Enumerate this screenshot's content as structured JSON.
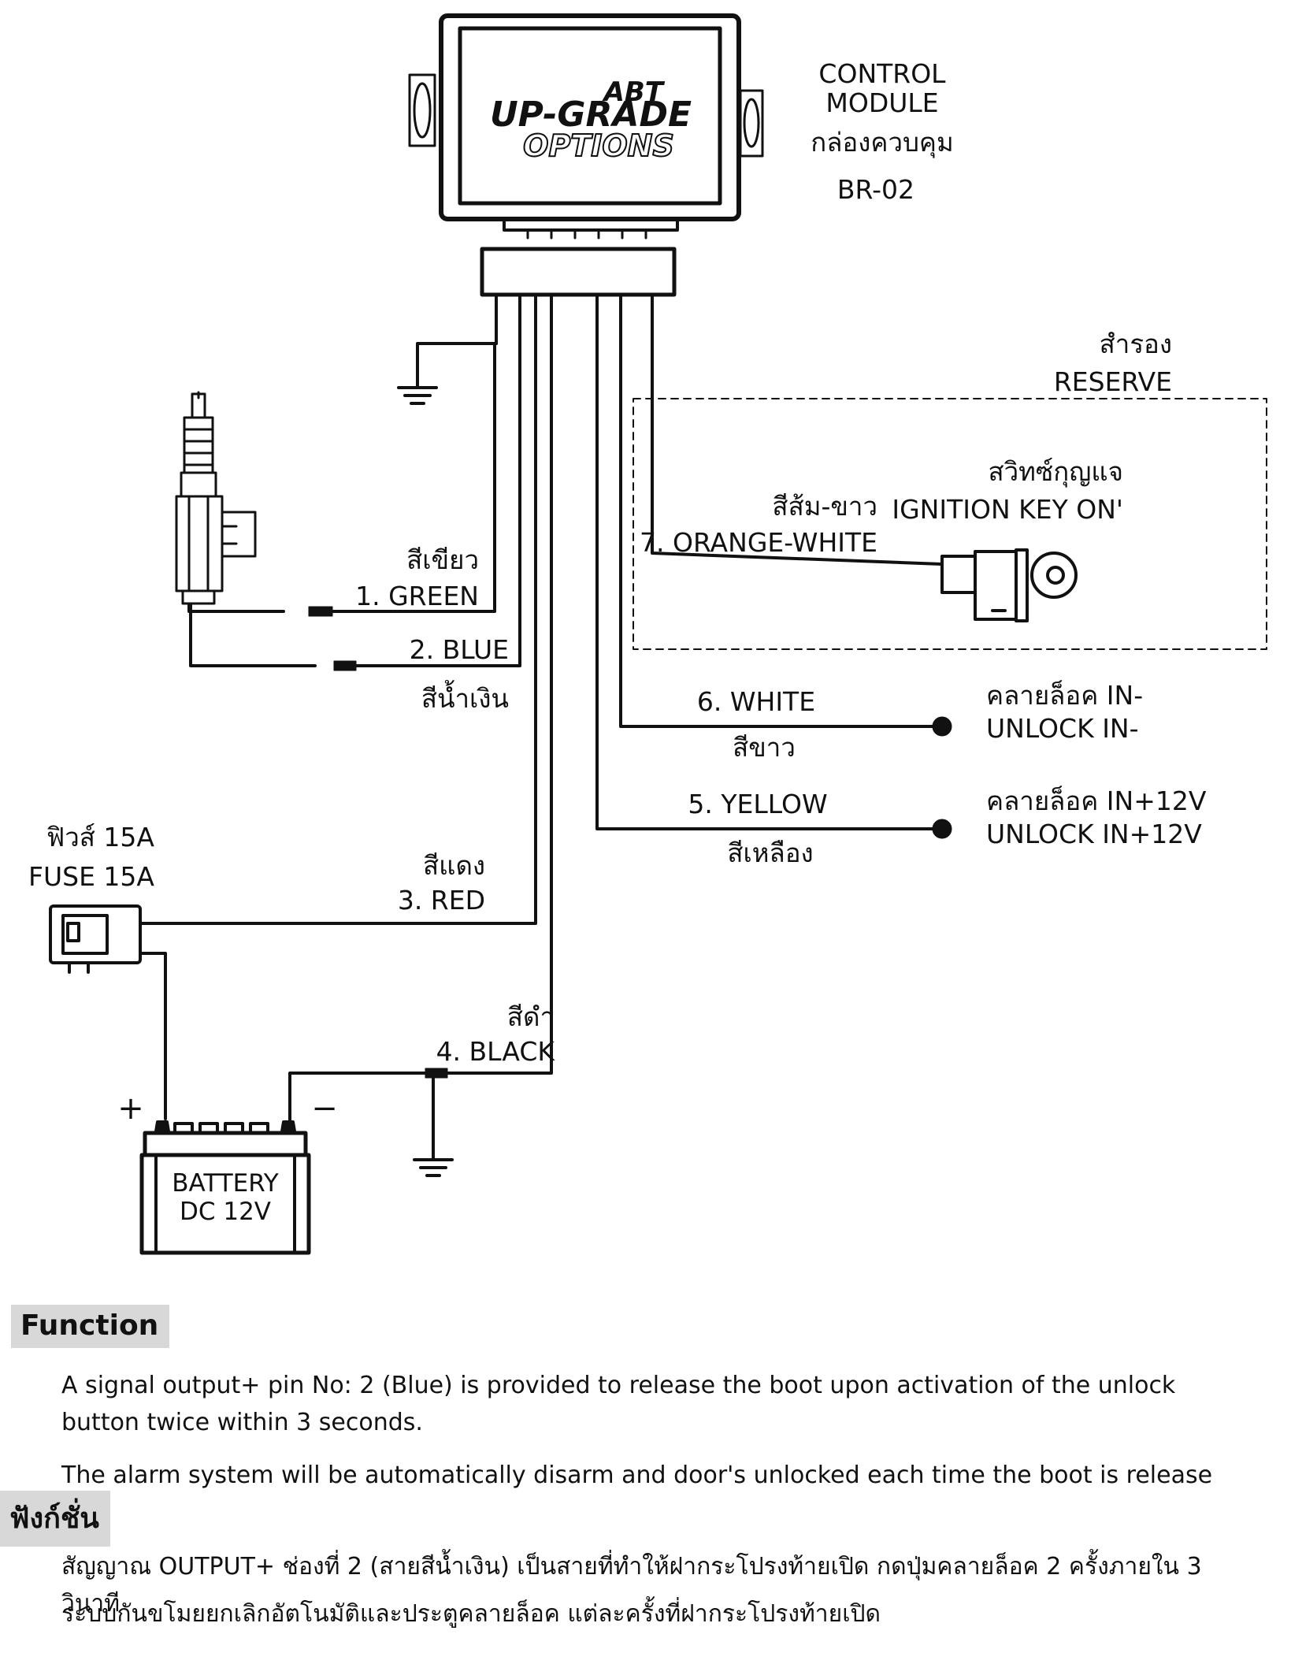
{
  "module": {
    "brand": "ABT",
    "line1": "UP-GRADE",
    "line2": "OPTIONS",
    "label_en_1": "CONTROL",
    "label_en_2": "MODULE",
    "label_th": "กล่องควบคุม",
    "model": "BR-02"
  },
  "reserve": {
    "th": "สำรอง",
    "en": "RESERVE"
  },
  "ignition": {
    "th": "สวิทซ์กุญแจ",
    "en": "IGNITION KEY ON'"
  },
  "wires": {
    "w1": {
      "label": "1. GREEN",
      "th": "สีเขียว"
    },
    "w2": {
      "label": "2. BLUE",
      "th": "สีน้ำเงิน"
    },
    "w3": {
      "label": "3. RED",
      "th": "สีแดง"
    },
    "w4": {
      "label": "4. BLACK",
      "th": "สีดำ"
    },
    "w5": {
      "label": "5. YELLOW",
      "th": "สีเหลือง"
    },
    "w6": {
      "label": "6. WHITE",
      "th": "สีขาว"
    },
    "w7": {
      "label": "7. ORANGE-WHITE",
      "th": "สีส้ม-ขาว"
    }
  },
  "unlock_neg": {
    "th": "คลายล็อค IN-",
    "en": "UNLOCK IN-"
  },
  "unlock_pos": {
    "th": "คลายล็อค IN+12V",
    "en": "UNLOCK IN+12V"
  },
  "fuse": {
    "th": "ฟิวส์ 15A",
    "en": "FUSE 15A"
  },
  "battery": {
    "line1": "BATTERY",
    "line2": "DC 12V",
    "plus": "+",
    "minus": "−"
  },
  "function_en": {
    "heading": "Function",
    "p1": "A signal output+ pin No: 2 (Blue) is provided to release the boot upon activation of the unlock button twice within 3 seconds.",
    "p2": "The alarm system will be automatically disarm and door's unlocked each time the boot is release"
  },
  "function_th": {
    "heading": "ฟังก์ชั่น",
    "p1": "สัญญาณ OUTPUT+ ช่องที่ 2 (สายสีน้ำเงิน) เป็นสายที่ทำให้ฝากระโปรงท้ายเปิด กดปุ่มคลายล็อค 2 ครั้งภายใน 3 วินาที",
    "p2": "ระบบกันขโมยยกเลิกอัตโนมัติและประตูคลายล็อค แต่ละครั้งที่ฝากระโปรงท้ายเปิด"
  }
}
